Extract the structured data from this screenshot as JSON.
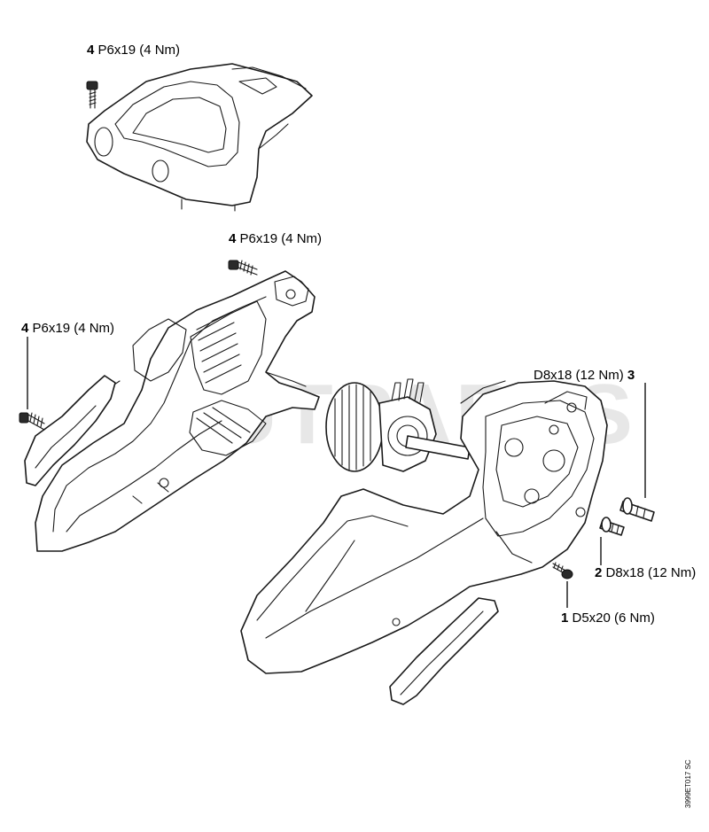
{
  "diagram": {
    "watermark": "OUTPARTS",
    "drawing_code": "3999ET017 SC",
    "callouts": [
      {
        "num": "4",
        "spec": " P6x19 (4 Nm)"
      },
      {
        "num": "4",
        "spec": " P6x19 (4 Nm)"
      },
      {
        "num": "4",
        "spec": " P6x19 (4 Nm)"
      },
      {
        "num": "3",
        "spec": "D8x18 (12 Nm) "
      },
      {
        "num": "2",
        "spec": " D8x18 (12 Nm)"
      },
      {
        "num": "1",
        "spec": " D5x20 (6 Nm)"
      }
    ],
    "parts": {
      "top_cover": "handle-cover",
      "left_shell": "housing-half-left",
      "motor": "electric-motor",
      "right_shell": "housing-half-right",
      "guard": "chain-guard-strip"
    }
  }
}
